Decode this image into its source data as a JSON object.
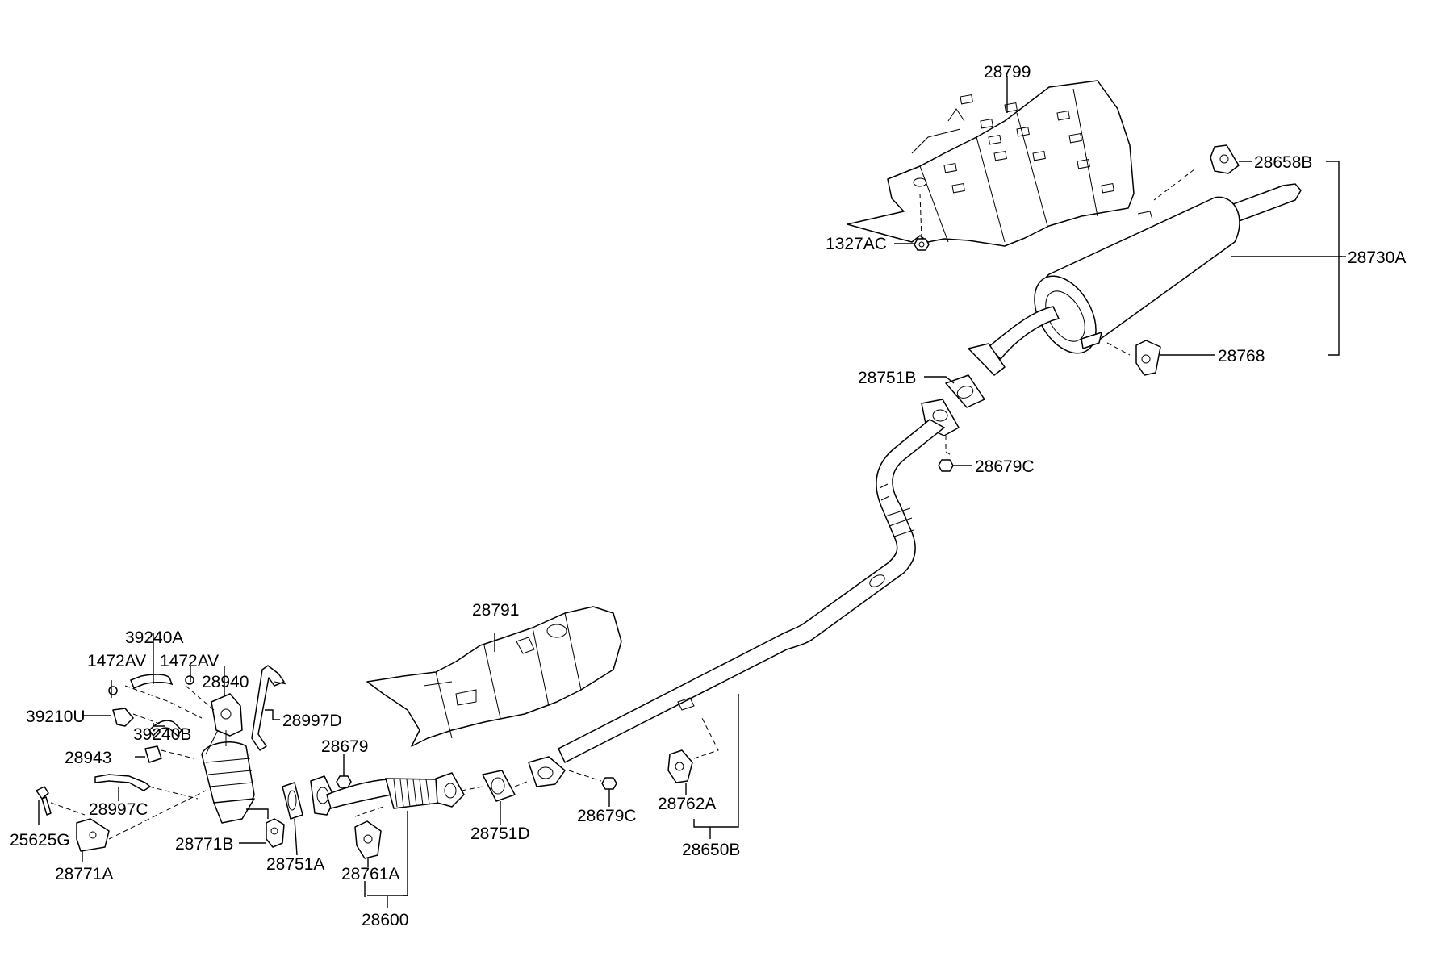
{
  "diagram": {
    "labels": {
      "p28799": "28799",
      "p28658B": "28658B",
      "p1327AC": "1327AC",
      "p28730A": "28730A",
      "p28768": "28768",
      "p28751B": "28751B",
      "p28679C_top": "28679C",
      "p28791": "28791",
      "p39240A": "39240A",
      "p1472AV_left": "1472AV",
      "p1472AV_right": "1472AV",
      "p28940": "28940",
      "p39210U": "39210U",
      "p39240B": "39240B",
      "p28997D": "28997D",
      "p28679": "28679",
      "p28943": "28943",
      "p28997C": "28997C",
      "p25625G": "25625G",
      "p28771B": "28771B",
      "p28771A": "28771A",
      "p28751A": "28751A",
      "p28761A": "28761A",
      "p28600": "28600",
      "p28751D": "28751D",
      "p28679C_bottom": "28679C",
      "p28762A": "28762A",
      "p28650B": "28650B"
    }
  }
}
